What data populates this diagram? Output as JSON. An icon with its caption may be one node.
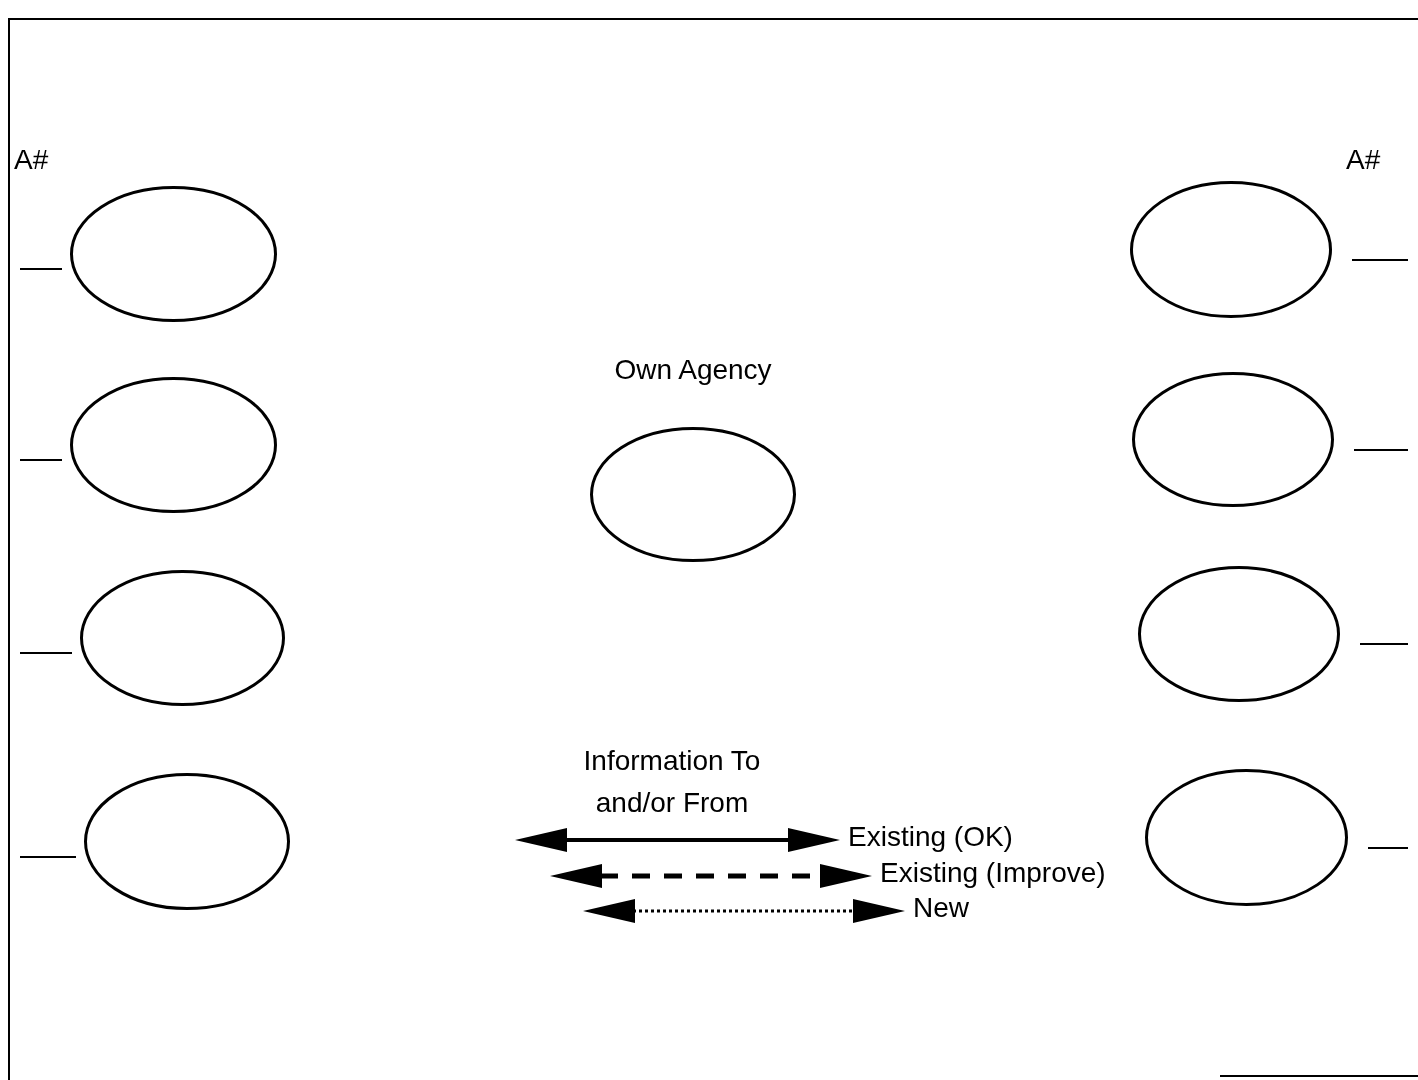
{
  "diagram": {
    "nodes": [
      {
        "text": [],
        "shape": "ellipse"
      },
      {
        "text": [],
        "shape": "ellipse"
      },
      {
        "text": [],
        "shape": "ellipse"
      },
      {
        "text": [],
        "shape": "ellipse"
      },
      {
        "text": [
          "Own Agency"
        ]
      },
      {
        "text": [],
        "shape": "ellipse"
      },
      {
        "text": [],
        "shape": "ellipse"
      },
      {
        "text": [],
        "shape": "ellipse"
      },
      {
        "text": [],
        "shape": "ellipse"
      }
    ],
    "edges": [],
    "labels": [
      "A#",
      "A#",
      "Information To and/or From"
    ],
    "legend": [
      {
        "text": "Existing (OK)"
      },
      {
        "text": "Existing (Improve)"
      },
      {
        "text": "New"
      }
    ]
  }
}
